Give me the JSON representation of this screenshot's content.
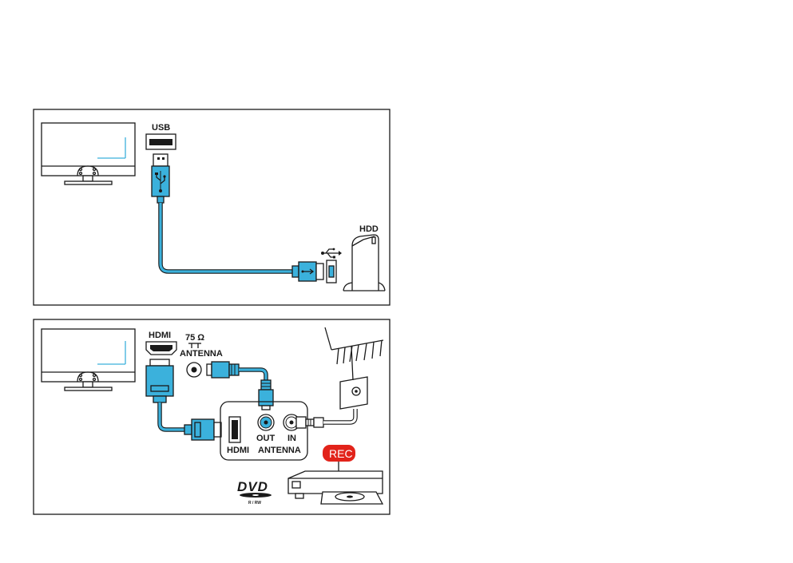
{
  "usb_panel": {
    "usb_label": "USB",
    "hdd_label": "HDD"
  },
  "recorder_panel": {
    "hdmi_label": "HDMI",
    "antenna_ohm_label": "75 Ω",
    "antenna_label": "ANTENNA",
    "out_label": "OUT",
    "in_label": "IN",
    "box_hdmi_label": "HDMI",
    "box_antenna_label": "ANTENNA",
    "rec_label": "REC",
    "dvd_logo_text": "DVD",
    "dvd_sub_text": "R / RW"
  },
  "colors": {
    "cable_blue": "#3bb1dc",
    "rec_red": "#e2231a",
    "line": "#1a1a1a"
  }
}
